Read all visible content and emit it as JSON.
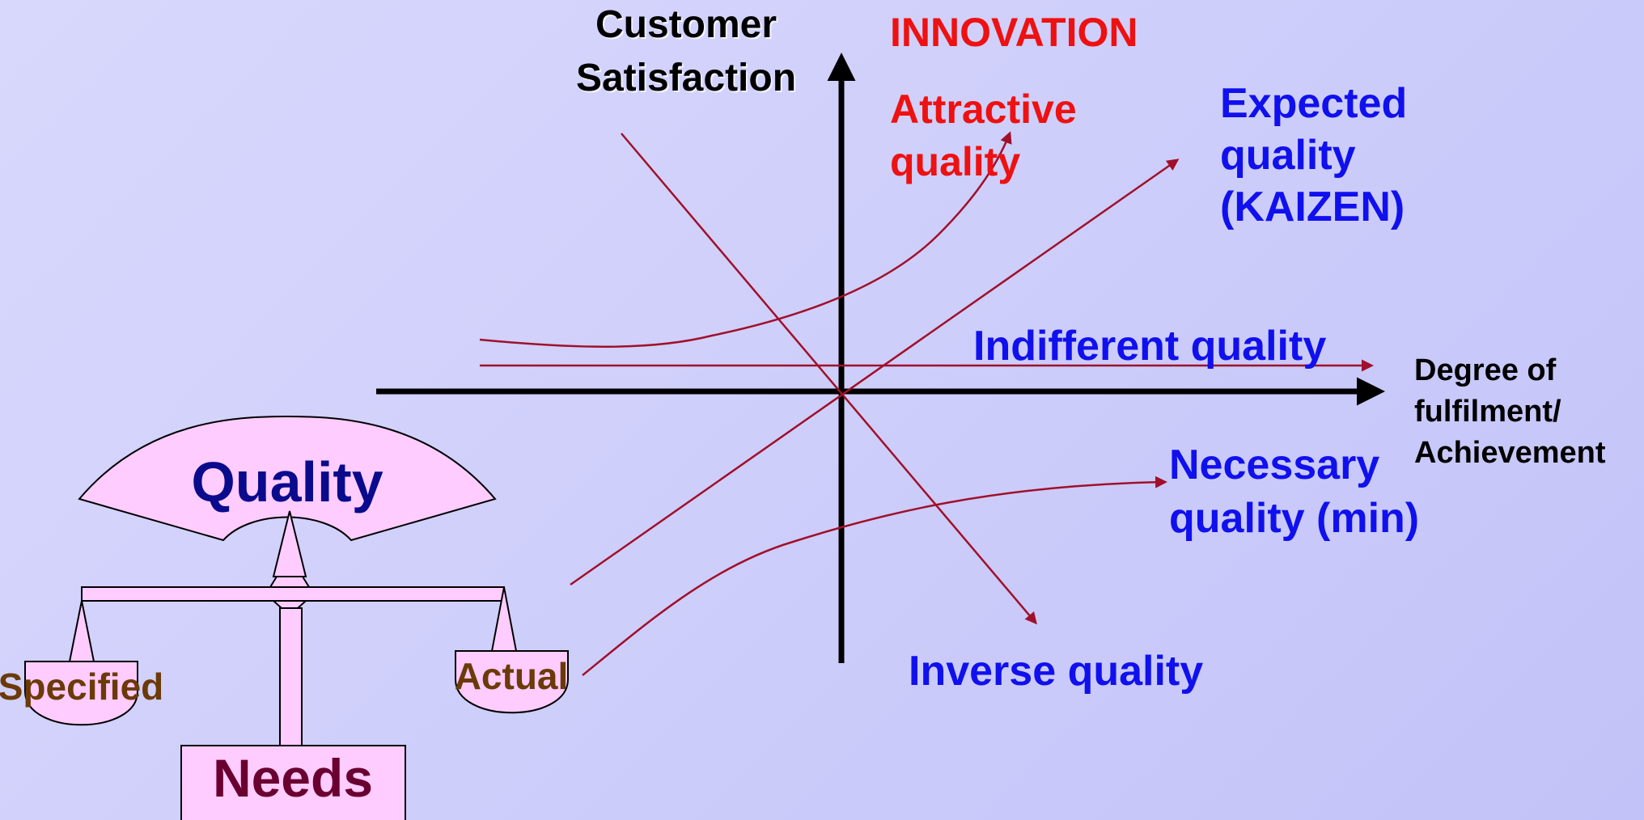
{
  "axes": {
    "y_label_line1": "Customer",
    "y_label_line2": "Satisfaction",
    "x_label_line1": "Degree of",
    "x_label_line2": "fulfilment/",
    "x_label_line3": "Achievement"
  },
  "curves": {
    "innovation": "INNOVATION",
    "attractive_line1": "Attractive",
    "attractive_line2": "quality",
    "expected_line1": "Expected",
    "expected_line2": "quality",
    "expected_line3": "(KAIZEN)",
    "indifferent": "Indifferent quality",
    "necessary_line1": "Necessary",
    "necessary_line2": "quality (min)",
    "inverse": "Inverse quality"
  },
  "scale": {
    "quality": "Quality",
    "specified": "Specified",
    "actual": "Actual",
    "needs": "Needs"
  },
  "colors": {
    "background": "#cfcffb",
    "axis": "#000000",
    "curve": "#a0102a",
    "red_text": "#ee1111",
    "blue_text": "#1010ee",
    "scale_fill": "#ffccff"
  }
}
